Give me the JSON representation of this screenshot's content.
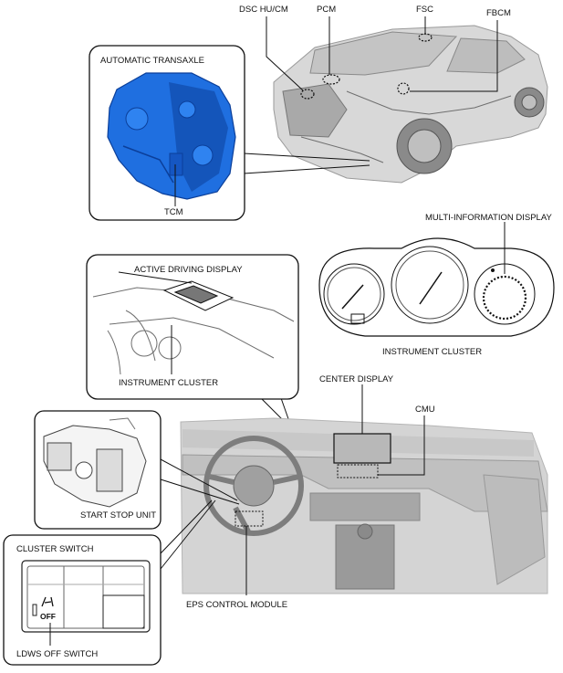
{
  "labels": {
    "dsc_hu_cm": "DSC HU/CM",
    "pcm": "PCM",
    "fsc": "FSC",
    "fbcm": "FBCM",
    "automatic_transaxle": "AUTOMATIC TRANSAXLE",
    "tcm": "TCM",
    "multi_information_display": "MULTI-INFORMATION DISPLAY",
    "instrument_cluster_right": "INSTRUMENT CLUSTER",
    "active_driving_display": "ACTIVE DRIVING DISPLAY",
    "instrument_cluster_inset": "INSTRUMENT CLUSTER",
    "center_display": "CENTER DISPLAY",
    "cmu": "CMU",
    "start_stop_unit": "START STOP UNIT",
    "cluster_switch": "CLUSTER SWITCH",
    "switch_off_text": "OFF",
    "eps_control_module": "EPS CONTROL MODULE",
    "ldws_off_switch": "LDWS OFF SWITCH"
  },
  "colors": {
    "transaxle_fill": "#1f6fe0",
    "transaxle_shadow": "#0b3f9a",
    "line": "#111111",
    "photo_gray": "#d4d4d4"
  }
}
